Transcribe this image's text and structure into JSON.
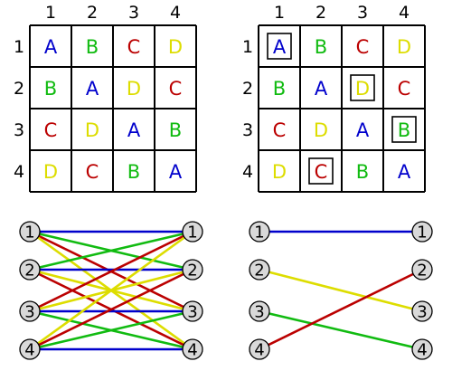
{
  "colors": {
    "A": "#0000cc",
    "B": "#11bb11",
    "C": "#bb0000",
    "D": "#dddd00",
    "grid": "#000000",
    "node_fill": "#d9d9d9"
  },
  "col_labels": [
    "1",
    "2",
    "3",
    "4"
  ],
  "row_labels": [
    "1",
    "2",
    "3",
    "4"
  ],
  "grid": [
    [
      "A",
      "B",
      "C",
      "D"
    ],
    [
      "B",
      "A",
      "D",
      "C"
    ],
    [
      "C",
      "D",
      "A",
      "B"
    ],
    [
      "D",
      "C",
      "B",
      "A"
    ]
  ],
  "highlighted_cells": [
    {
      "row": 1,
      "col": 1
    },
    {
      "row": 2,
      "col": 3
    },
    {
      "row": 3,
      "col": 4
    },
    {
      "row": 4,
      "col": 2
    }
  ],
  "node_labels": [
    "1",
    "2",
    "3",
    "4"
  ],
  "full_graph_edges": [
    {
      "from": 1,
      "to": 1,
      "color": "A"
    },
    {
      "from": 1,
      "to": 2,
      "color": "B"
    },
    {
      "from": 1,
      "to": 3,
      "color": "C"
    },
    {
      "from": 1,
      "to": 4,
      "color": "D"
    },
    {
      "from": 2,
      "to": 1,
      "color": "B"
    },
    {
      "from": 2,
      "to": 2,
      "color": "A"
    },
    {
      "from": 2,
      "to": 3,
      "color": "D"
    },
    {
      "from": 2,
      "to": 4,
      "color": "C"
    },
    {
      "from": 3,
      "to": 1,
      "color": "C"
    },
    {
      "from": 3,
      "to": 2,
      "color": "D"
    },
    {
      "from": 3,
      "to": 3,
      "color": "A"
    },
    {
      "from": 3,
      "to": 4,
      "color": "B"
    },
    {
      "from": 4,
      "to": 1,
      "color": "D"
    },
    {
      "from": 4,
      "to": 2,
      "color": "C"
    },
    {
      "from": 4,
      "to": 3,
      "color": "B"
    },
    {
      "from": 4,
      "to": 4,
      "color": "A"
    }
  ],
  "matching_edges": [
    {
      "from": 1,
      "to": 1,
      "color": "A"
    },
    {
      "from": 2,
      "to": 3,
      "color": "D"
    },
    {
      "from": 3,
      "to": 4,
      "color": "B"
    },
    {
      "from": 4,
      "to": 2,
      "color": "C"
    }
  ]
}
